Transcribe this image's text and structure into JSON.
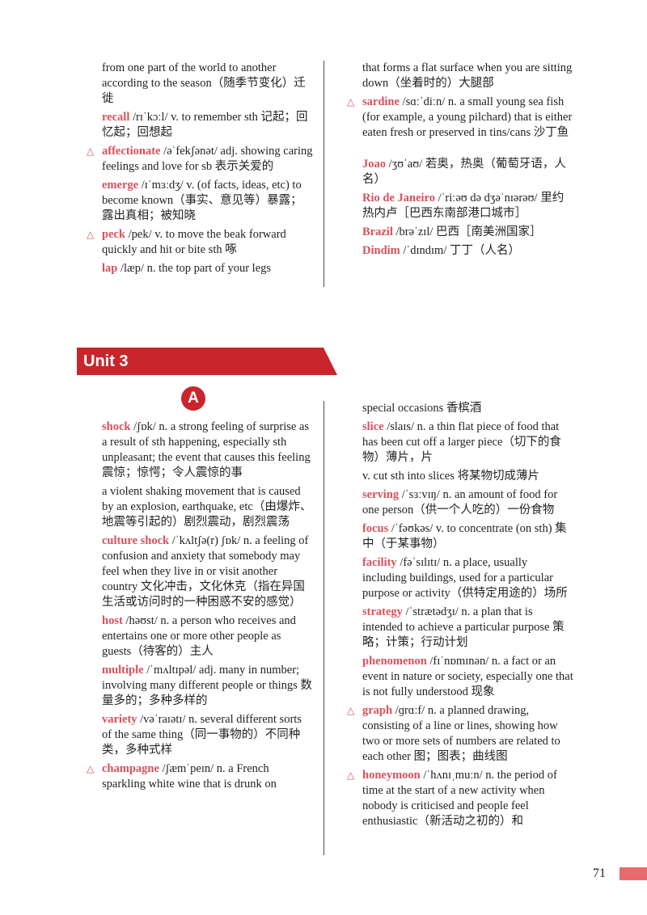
{
  "top": {
    "left": [
      {
        "marked": false,
        "head": "",
        "text": "from one part of the world to another according to the season（随季节变化）迁徙"
      },
      {
        "marked": false,
        "head": "recall",
        "text": " /rɪˈkɔːl/ v. to remember sth 记起；回忆起；回想起"
      },
      {
        "marked": true,
        "head": "affectionate",
        "text": " /əˈfekʃənət/ adj. showing caring feelings and love for sb 表示关爱的"
      },
      {
        "marked": false,
        "head": "emerge",
        "text": " /ɪˈmɜːdʒ/ v. (of facts, ideas, etc) to become known（事实、意见等）暴露；露出真相；被知晓"
      },
      {
        "marked": true,
        "head": "peck",
        "text": " /pek/ v. to move the beak forward quickly and hit or bite sth 啄"
      },
      {
        "marked": false,
        "head": "lap",
        "text": " /læp/ n. the top part of your legs"
      }
    ],
    "right": [
      {
        "marked": false,
        "head": "",
        "text": "that forms a flat surface when you are sitting down（坐着时的）大腿部",
        "gap": false
      },
      {
        "marked": true,
        "head": "sardine",
        "text": " /sɑːˈdiːn/ n. a small young sea fish (for example, a young pilchard) that is either eaten fresh or preserved in tins/cans 沙丁鱼",
        "gap": false
      },
      {
        "marked": false,
        "head": "Joao",
        "text": " /ʒʊˈaʊ/ 若奥，热奥（葡萄牙语，人名）",
        "gap": true
      },
      {
        "marked": false,
        "head": "Rio de Janeiro",
        "text": " /ˈriːəʊ də dʒəˈnɪərəʊ/ 里约热内卢［巴西东南部港口城市］",
        "gap": false
      },
      {
        "marked": false,
        "head": "Brazil",
        "text": " /brəˈzɪl/ 巴西［南美洲国家］",
        "gap": false
      },
      {
        "marked": false,
        "head": "Dindim",
        "text": " /ˈdɪndɪm/ 丁丁（人名）",
        "gap": false
      }
    ]
  },
  "unit": {
    "title": "Unit 3",
    "section": "A"
  },
  "bottom": {
    "left": [
      {
        "marked": false,
        "head": "shock",
        "text": " /ʃɒk/ n. a strong feeling of surprise as a result of sth happening, especially sth unpleasant; the event that causes this feeling 震惊；惊愕；令人震惊的事"
      },
      {
        "marked": false,
        "head": "",
        "text": "a violent shaking movement that is caused by an explosion, earthquake, etc（由爆炸、地震等引起的）剧烈震动，剧烈震荡"
      },
      {
        "marked": false,
        "head": "culture shock",
        "text": " /ˈkʌltʃə(r) ʃɒk/ n. a feeling of confusion and anxiety that somebody may feel when they live in or visit another country 文化冲击，文化休克（指在异国生活或访问时的一种困惑不安的感觉）"
      },
      {
        "marked": false,
        "head": "host",
        "text": " /həʊst/ n. a person who receives and entertains one or more other people as guests（待客的）主人"
      },
      {
        "marked": false,
        "head": "multiple",
        "text": " /ˈmʌltɪpəl/ adj. many in number; involving many different people or things 数量多的；多种多样的"
      },
      {
        "marked": false,
        "head": "variety",
        "text": " /vəˈraɪətɪ/ n. several different sorts of the same thing（同一事物的）不同种类，多种式样"
      },
      {
        "marked": true,
        "head": "champagne",
        "text": " /ʃæmˈpeɪn/ n. a French sparkling white wine that is drunk on"
      }
    ],
    "right": [
      {
        "marked": false,
        "head": "",
        "text": "special occasions 香槟酒"
      },
      {
        "marked": false,
        "head": "slice",
        "text": " /slaɪs/ n. a thin flat piece of food that has been cut off a larger piece（切下的食物）薄片，片"
      },
      {
        "marked": false,
        "head": "",
        "text": "v. cut sth into slices 将某物切成薄片"
      },
      {
        "marked": false,
        "head": "serving",
        "text": " /ˈsɜːvɪŋ/ n. an amount of food for one person（供一个人吃的）一份食物"
      },
      {
        "marked": false,
        "head": "focus",
        "text": " /ˈfəʊkəs/ v. to concentrate (on sth) 集中（于某事物）"
      },
      {
        "marked": false,
        "head": "facility",
        "text": " /fəˈsɪlɪtɪ/ n. a place, usually including buildings, used for a particular purpose or activity（供特定用途的）场所"
      },
      {
        "marked": false,
        "head": "strategy",
        "text": " /ˈstrætədʒɪ/ n. a plan that is intended to achieve a particular purpose 策略；计策；行动计划"
      },
      {
        "marked": false,
        "head": "phenomenon",
        "text": " /fɪˈnɒmɪnən/ n. a fact or an event in nature or society, especially one that is not fully understood 现象"
      },
      {
        "marked": true,
        "head": "graph",
        "text": " /ɡrɑːf/ n. a planned drawing, consisting of a line or lines, showing how two or more sets of numbers are related to each other 图；图表；曲线图"
      },
      {
        "marked": true,
        "head": "honeymoon",
        "text": " /ˈhʌnɪˌmuːn/ n. the period of time at the start of a new activity when nobody is criticised and people feel enthusiastic（新活动之初的）和"
      }
    ]
  },
  "page": {
    "number": "71",
    "mark": "△",
    "accent": "#d8505c",
    "banner": "#c9252c",
    "tab": "#e86a6e"
  }
}
